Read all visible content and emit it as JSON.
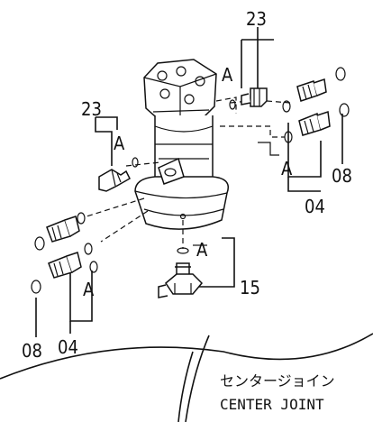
{
  "labels": {
    "part_23_top": "23",
    "part_23_left": "23",
    "part_08_right": "08",
    "part_04_right": "04",
    "part_15": "15",
    "part_08_bottom": "08",
    "part_04_bottom": "04",
    "pipe_a_top": "A",
    "pipe_a_left": "A",
    "pipe_a_right": "A",
    "pipe_a_middle": "A",
    "pipe_a_bottom": "A"
  },
  "caption": {
    "japanese": "センタージョイン",
    "english": "CENTER JOINT"
  }
}
